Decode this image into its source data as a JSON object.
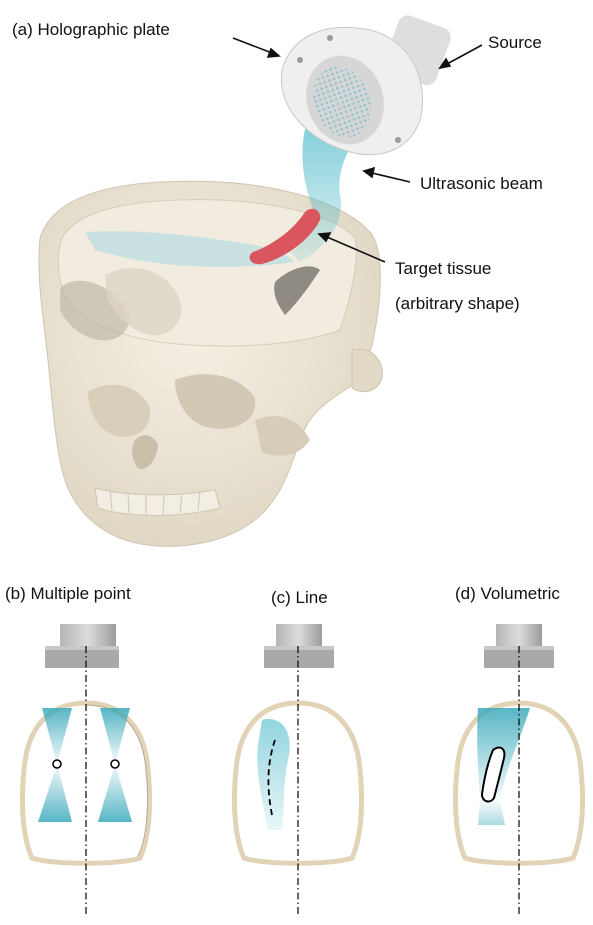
{
  "panel_a": {
    "title": "(a)  Holographic plate",
    "source": "Source",
    "beam": "Ultrasonic beam",
    "target_line1": "Target tissue",
    "target_line2": "(arbitrary shape)"
  },
  "panel_b": {
    "title": "(b) Multiple point"
  },
  "panel_c": {
    "title": "(c) Line"
  },
  "panel_d": {
    "title": "(d) Volumetric"
  },
  "colors": {
    "bone": "#ece5d6",
    "bone_shadow": "#cfc6b2",
    "beam": "#4ab8c8",
    "target": "#d9565f",
    "transducer": "#8e8e8e",
    "skull_outline": "#e3d3b6"
  }
}
